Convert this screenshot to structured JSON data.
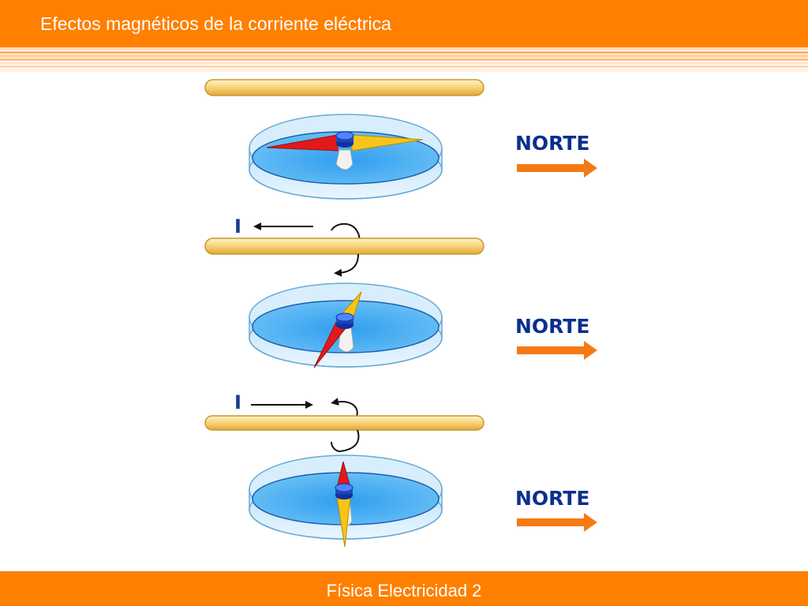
{
  "header": {
    "title": "Efectos magnéticos de la corriente eléctrica"
  },
  "diagram": {
    "current_label_top": "I",
    "current_label_bottom": "I",
    "north_labels": [
      "NORTE",
      "NORTE",
      "NORTE"
    ],
    "colors": {
      "accent": "#ff7f00",
      "wire": "#f6d27a",
      "compass_water": "#3ea8ee",
      "needle_north": "#e3181b",
      "needle_south": "#f7c51a",
      "label_blue": "#0b2f8f"
    }
  },
  "footer": {
    "text": "Física Electricidad 2"
  }
}
